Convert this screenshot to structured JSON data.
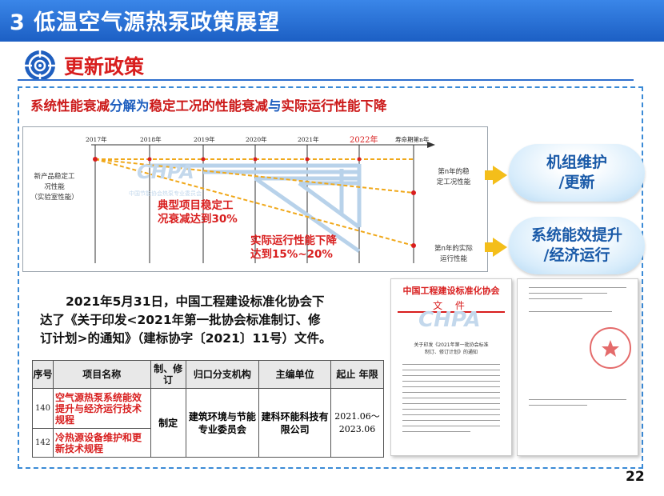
{
  "header": {
    "title": "3 低温空气源热泵政策展望"
  },
  "section": {
    "title": "更新政策",
    "icon": "target-icon"
  },
  "subtitle": {
    "part1": "系统性能衰减",
    "part2": "分解为",
    "part3": "稳定工况的性能衰减",
    "part4": "与",
    "part5": "实际运行性能下降"
  },
  "diagram": {
    "years": [
      "2017年",
      "2018年",
      "2019年",
      "2020年",
      "2021年",
      "2022年",
      "寿命期第n年"
    ],
    "left_label": "新产品稳定工\n况性能\n（实验室性能）",
    "right_top_label": "第n年的稳\n定工况性能",
    "right_bottom_label": "第n年的实际\n运行性能",
    "note1": "典型项目稳定工\n况衰减达到30%",
    "note2": "实际运行性能下降\n达到15%~20%",
    "watermark": "CHPA",
    "watermark_sub": "中国节能协会热泵专业委员会"
  },
  "callouts": [
    {
      "text": "机组维护\n/更新"
    },
    {
      "text": "系统能效提升\n/经济运行"
    }
  ],
  "paragraph": {
    "line1": "2021年5月31日，中国工程建设标准化协会下",
    "line2": "达了《关于印发<2021年第一批协会标准制订、修",
    "line3": "订计划>的通知》（建标协字〔2021〕11号）文件。"
  },
  "table": {
    "headers": [
      "序号",
      "项目名称",
      "制、修订",
      "归口分支机构",
      "主编单位",
      "起止 年限"
    ],
    "rows": [
      {
        "num": "140",
        "name": "空气源热泵系统能效提升与经济运行技术规程"
      },
      {
        "num": "142",
        "name": "冷热源设备维护和更新技术规程"
      }
    ],
    "shared": {
      "type": "制定",
      "branch": "建筑环境与节能专业委员会",
      "editor": "建科环能科技有限公司",
      "period_start": "2021.06～",
      "period_end": "2023.06"
    }
  },
  "doc1": {
    "org": "中国工程建设标准化协会",
    "kind": "文 件",
    "watermark": "CHPA",
    "caption": "关于印发《2021年第一批协会标准\n制订、修订计划》的通知"
  },
  "page": {
    "number": "22"
  },
  "colors": {
    "title_bar": "#1c5fc4",
    "accent_red": "#d81e1e",
    "accent_blue": "#1f5fbf",
    "arrow": "#f4be1a",
    "dashed_line": "#f0a81a"
  }
}
